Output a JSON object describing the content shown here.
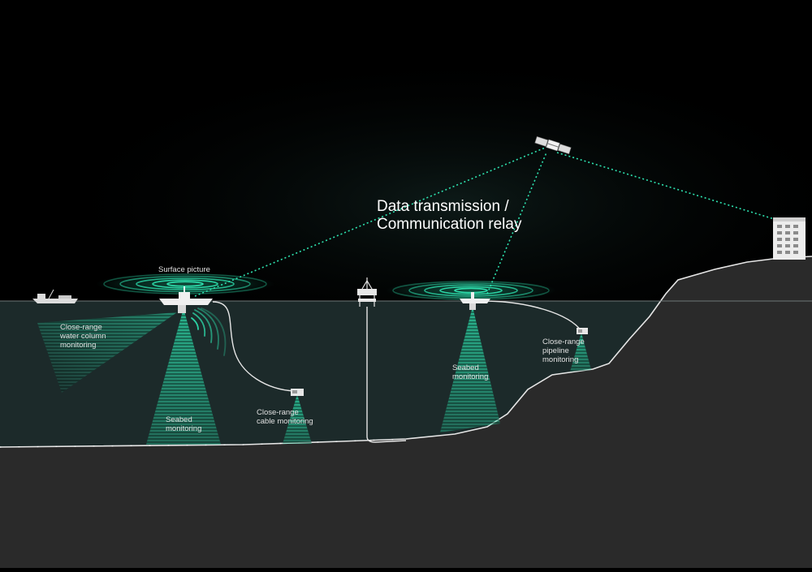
{
  "diagram": {
    "relay_label": {
      "line1": "Data transmission /",
      "line2": "Communication relay"
    },
    "labels": {
      "surface_picture": "Surface picture",
      "water_column": [
        "Close-range",
        "water column",
        "monitoring"
      ],
      "seabed_left": [
        "Seabed",
        "monitoring"
      ],
      "cable": [
        "Close-range",
        "cable monitoring"
      ],
      "seabed_right": [
        "Seabed",
        "monitoring"
      ],
      "pipeline": [
        "Close-range",
        "pipeline",
        "monitoring"
      ]
    },
    "colors": {
      "sky": "#000000",
      "water": "#1c2a2a",
      "seabed": "#2a2a2a",
      "accent": "#2ee3b0",
      "line": "#e6e6e6",
      "text": "#e0e0e0"
    }
  }
}
